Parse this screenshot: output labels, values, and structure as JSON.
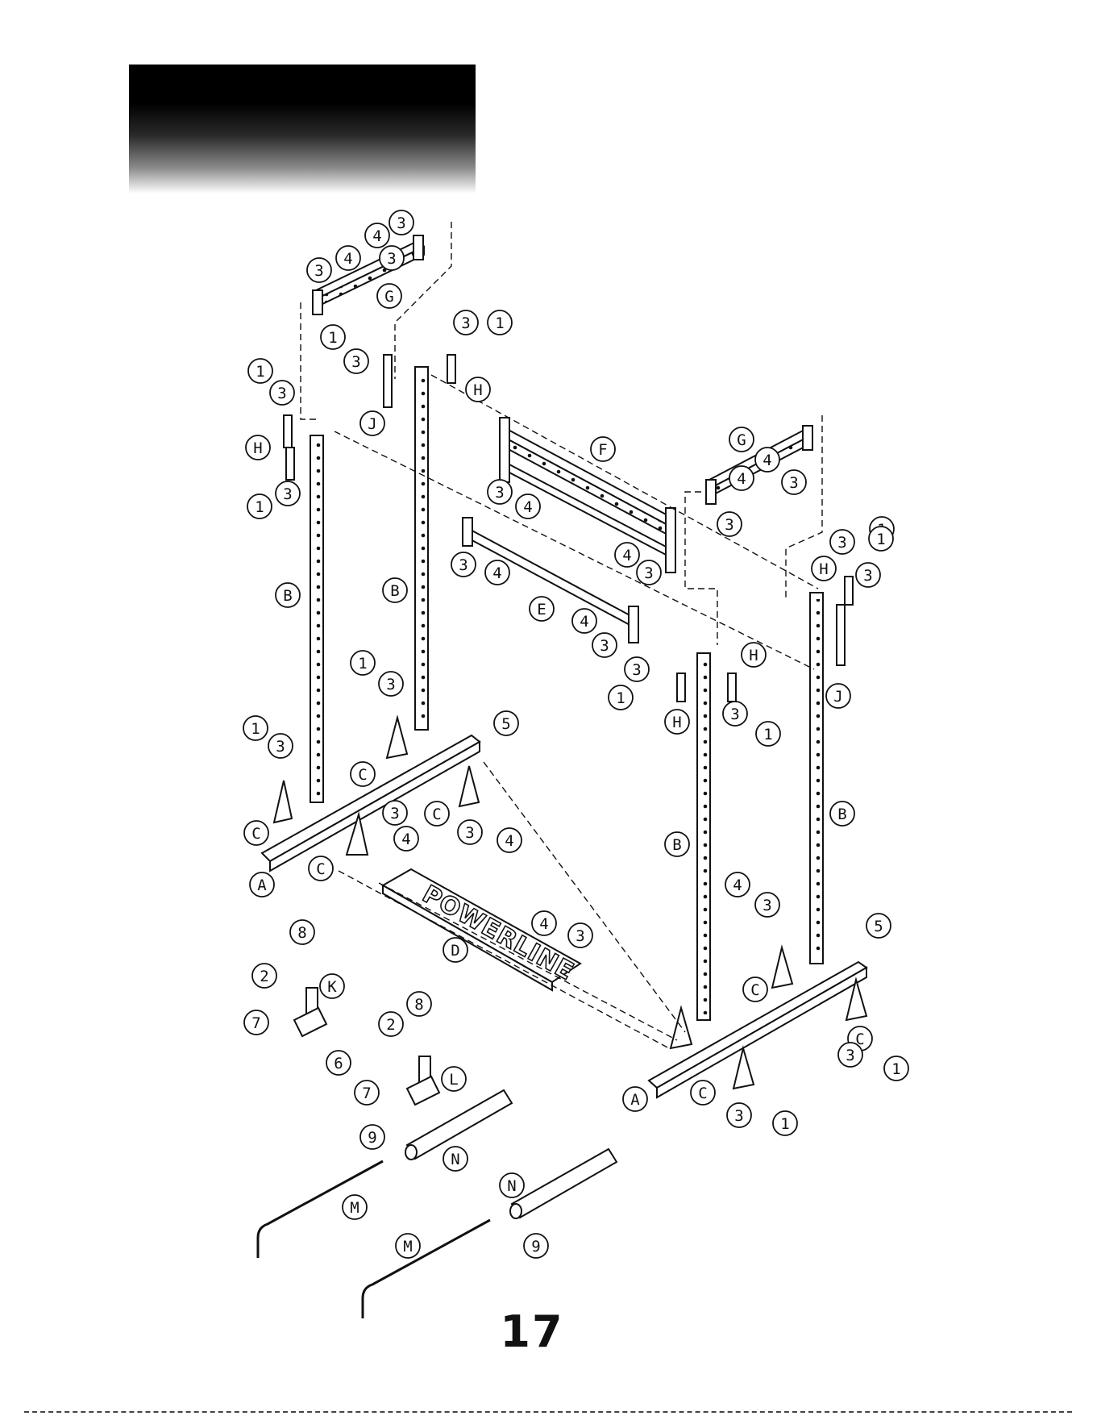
{
  "page_number": "17",
  "brand_logo": "POWERLINE",
  "colors": {
    "header_band": "#000000",
    "line": "#111111",
    "paper": "#ffffff"
  },
  "callouts": [
    {
      "label": "3"
    },
    {
      "label": "4"
    },
    {
      "label": "4"
    },
    {
      "label": "3"
    },
    {
      "label": "3"
    },
    {
      "label": "G"
    },
    {
      "label": "1"
    },
    {
      "label": "3"
    },
    {
      "label": "3"
    },
    {
      "label": "1"
    },
    {
      "label": "H"
    },
    {
      "label": "J"
    },
    {
      "label": "1"
    },
    {
      "label": "3"
    },
    {
      "label": "H"
    },
    {
      "label": "1"
    },
    {
      "label": "3"
    },
    {
      "label": "F"
    },
    {
      "label": "3"
    },
    {
      "label": "4"
    },
    {
      "label": "G"
    },
    {
      "label": "4"
    },
    {
      "label": "3"
    },
    {
      "label": "4"
    },
    {
      "label": "3"
    },
    {
      "label": "3"
    },
    {
      "label": "4"
    },
    {
      "label": "4"
    },
    {
      "label": "3"
    },
    {
      "label": "B"
    },
    {
      "label": "B"
    },
    {
      "label": "E"
    },
    {
      "label": "4"
    },
    {
      "label": "3"
    },
    {
      "label": "3"
    },
    {
      "label": "1"
    },
    {
      "label": "H"
    },
    {
      "label": "3"
    },
    {
      "label": "1"
    },
    {
      "label": "J"
    },
    {
      "label": "1"
    },
    {
      "label": "3"
    },
    {
      "label": "1"
    },
    {
      "label": "3"
    },
    {
      "label": "H"
    },
    {
      "label": "3"
    },
    {
      "label": "1"
    },
    {
      "label": "H"
    },
    {
      "label": "3"
    },
    {
      "label": "1"
    },
    {
      "label": "5"
    },
    {
      "label": "C"
    },
    {
      "label": "C"
    },
    {
      "label": "3"
    },
    {
      "label": "4"
    },
    {
      "label": "C"
    },
    {
      "label": "3"
    },
    {
      "label": "4"
    },
    {
      "label": "C"
    },
    {
      "label": "A"
    },
    {
      "label": "B"
    },
    {
      "label": "B"
    },
    {
      "label": "4"
    },
    {
      "label": "3"
    },
    {
      "label": "5"
    },
    {
      "label": "4"
    },
    {
      "label": "3"
    },
    {
      "label": "D"
    },
    {
      "label": "C"
    },
    {
      "label": "C"
    },
    {
      "label": "3"
    },
    {
      "label": "1"
    },
    {
      "label": "C"
    },
    {
      "label": "A"
    },
    {
      "label": "3"
    },
    {
      "label": "1"
    },
    {
      "label": "8"
    },
    {
      "label": "2"
    },
    {
      "label": "K"
    },
    {
      "label": "7"
    },
    {
      "label": "6"
    },
    {
      "label": "2"
    },
    {
      "label": "8"
    },
    {
      "label": "7"
    },
    {
      "label": "L"
    },
    {
      "label": "9"
    },
    {
      "label": "N"
    },
    {
      "label": "M"
    },
    {
      "label": "N"
    },
    {
      "label": "M"
    },
    {
      "label": "9"
    }
  ]
}
